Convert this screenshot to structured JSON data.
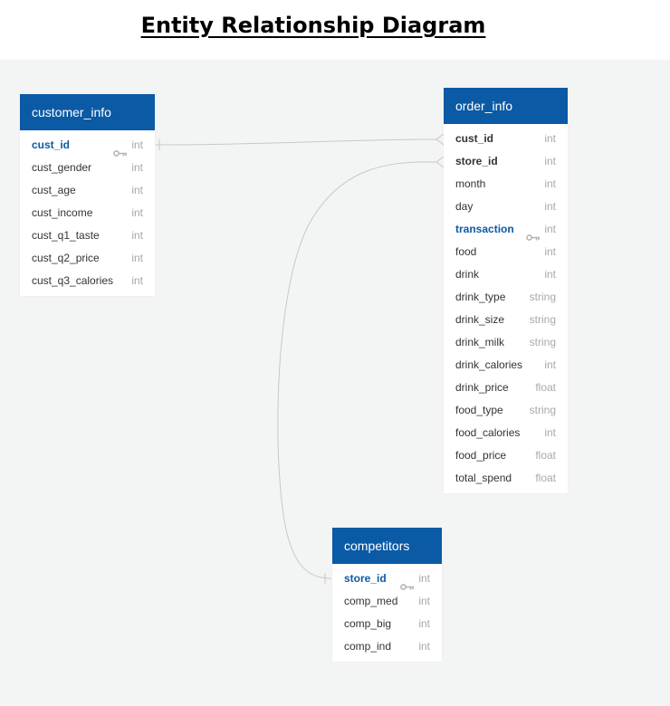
{
  "title": "Entity Relationship Diagram",
  "colors": {
    "header": "#0b5aa5",
    "canvas": "#f3f4f4",
    "type_text": "#a9a9a9",
    "link": "#c8c8c8"
  },
  "tables": {
    "customer_info": {
      "name": "customer_info",
      "fields": [
        {
          "name": "cust_id",
          "type": "int",
          "role": "pk"
        },
        {
          "name": "cust_gender",
          "type": "int"
        },
        {
          "name": "cust_age",
          "type": "int"
        },
        {
          "name": "cust_income",
          "type": "int"
        },
        {
          "name": "cust_q1_taste",
          "type": "int"
        },
        {
          "name": "cust_q2_price",
          "type": "int"
        },
        {
          "name": "cust_q3_calories",
          "type": "int"
        }
      ]
    },
    "order_info": {
      "name": "order_info",
      "fields": [
        {
          "name": "cust_id",
          "type": "int",
          "role": "fk"
        },
        {
          "name": "store_id",
          "type": "int",
          "role": "fk"
        },
        {
          "name": "month",
          "type": "int"
        },
        {
          "name": "day",
          "type": "int"
        },
        {
          "name": "transaction",
          "type": "int",
          "role": "pk"
        },
        {
          "name": "food",
          "type": "int"
        },
        {
          "name": "drink",
          "type": "int"
        },
        {
          "name": "drink_type",
          "type": "string"
        },
        {
          "name": "drink_size",
          "type": "string"
        },
        {
          "name": "drink_milk",
          "type": "string"
        },
        {
          "name": "drink_calories",
          "type": "int"
        },
        {
          "name": "drink_price",
          "type": "float"
        },
        {
          "name": "food_type",
          "type": "string"
        },
        {
          "name": "food_calories",
          "type": "int"
        },
        {
          "name": "food_price",
          "type": "float"
        },
        {
          "name": "total_spend",
          "type": "float"
        }
      ]
    },
    "competitors": {
      "name": "competitors",
      "fields": [
        {
          "name": "store_id",
          "type": "int",
          "role": "pk"
        },
        {
          "name": "comp_med",
          "type": "int"
        },
        {
          "name": "comp_big",
          "type": "int"
        },
        {
          "name": "comp_ind",
          "type": "int"
        }
      ]
    }
  },
  "relationships": [
    {
      "from": "customer_info.cust_id",
      "to": "order_info.cust_id",
      "cardinality": "one-to-many"
    },
    {
      "from": "competitors.store_id",
      "to": "order_info.store_id",
      "cardinality": "one-to-many"
    }
  ]
}
